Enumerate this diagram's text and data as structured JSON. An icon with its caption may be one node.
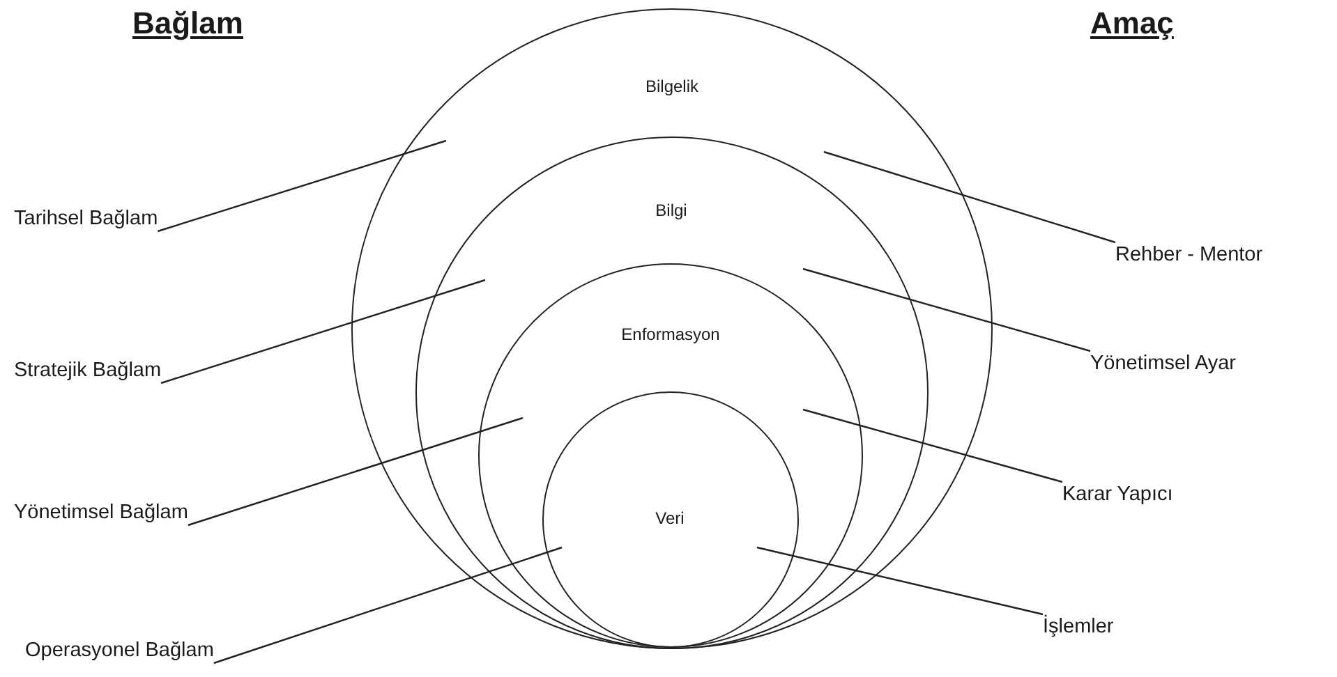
{
  "diagram": {
    "nodes": [
      {
        "text": [
          "Bilgelik"
        ]
      },
      {
        "text": [
          "Bilgi"
        ],
        "in": 0
      },
      {
        "text": [
          "Enformasyon"
        ],
        "in": 1
      },
      {
        "text": [
          "Veri"
        ],
        "in": 2
      },
      {
        "text": [
          "Tarihsel Bağlam"
        ]
      },
      {
        "text": [
          "Stratejik Bağlam"
        ]
      },
      {
        "text": [
          "Yönetimsel Bağlam"
        ]
      },
      {
        "text": [
          "Operasyonel Bağlam"
        ]
      },
      {
        "text": [
          "Rehber - Mentor"
        ]
      },
      {
        "text": [
          "Yönetimsel Ayar"
        ]
      },
      {
        "text": [
          "Karar Yapıcı"
        ]
      },
      {
        "text": [
          "İşlemler"
        ]
      }
    ],
    "edges": [
      {
        "from": 4,
        "to": 0,
        "arrow": "none"
      },
      {
        "from": 5,
        "to": 1,
        "arrow": "none"
      },
      {
        "from": 6,
        "to": 2,
        "arrow": "none"
      },
      {
        "from": 7,
        "to": 3,
        "arrow": "none"
      },
      {
        "from": 8,
        "to": 0,
        "arrow": "none"
      },
      {
        "from": 9,
        "to": 1,
        "arrow": "none"
      },
      {
        "from": 10,
        "to": 2,
        "arrow": "none"
      },
      {
        "from": 11,
        "to": 3,
        "arrow": "none"
      }
    ],
    "labels": [
      "Bağlam",
      "Amaç"
    ]
  }
}
